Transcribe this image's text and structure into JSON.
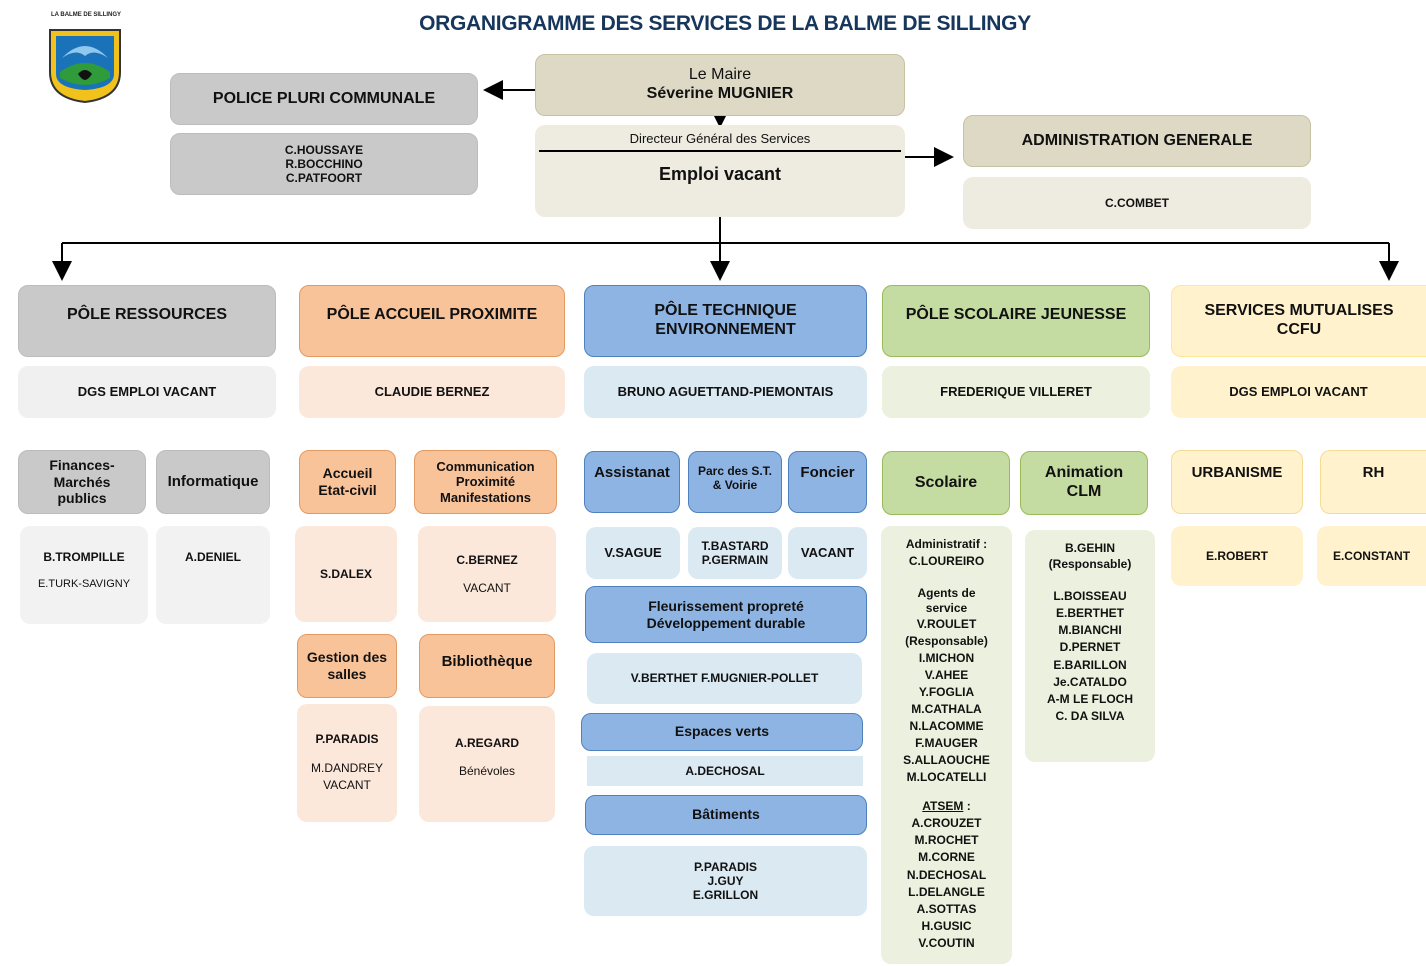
{
  "logo": {
    "caption": "LA BALME DE SILLINGY"
  },
  "title": "ORGANIGRAMME DES SERVICES DE LA BALME DE SILLINGY",
  "maire": {
    "role": "Le Maire",
    "name": "Séverine MUGNIER"
  },
  "dgs": {
    "role": "Directeur Général des Services",
    "name": "Emploi vacant"
  },
  "police": {
    "title": "POLICE PLURI COMMUNALE",
    "names": "C.HOUSSAYE\nR.BOCCHINO\nC.PATFOORT"
  },
  "admin": {
    "title": "ADMINISTRATION GENERALE",
    "names": "C.COMBET"
  },
  "poles": {
    "ressources": {
      "title": "PÔLE RESSOURCES",
      "head": "DGS EMPLOI VACANT",
      "units": [
        {
          "label": "Finances-\nMarchés\npublics",
          "names": [
            "B.TROMPILLE",
            "E.TURK-SAVIGNY"
          ]
        },
        {
          "label": "Informatique",
          "names": [
            "A.DENIEL"
          ]
        }
      ]
    },
    "accueil": {
      "title": "PÔLE ACCUEIL PROXIMITE",
      "head": "CLAUDIE BERNEZ",
      "units": [
        {
          "label": "Accueil\nEtat-civil",
          "names": [
            "S.DALEX"
          ]
        },
        {
          "label": "Communication\nProximité\nManifestations",
          "names": [
            "C.BERNEZ",
            "VACANT"
          ]
        },
        {
          "label": "Gestion des\nsalles",
          "names": [
            "P.PARADIS",
            "M.DANDREY\nVACANT"
          ]
        },
        {
          "label": "Bibliothèque",
          "names": [
            "A.REGARD",
            "Bénévoles"
          ]
        }
      ]
    },
    "technique": {
      "title": "PÔLE TECHNIQUE\nENVIRONNEMENT",
      "head": "BRUNO AGUETTAND-PIEMONTAIS",
      "units": [
        {
          "label": "Assistanat",
          "names": "V.SAGUE"
        },
        {
          "label": "Parc des S.T.\n& Voirie",
          "names": "T.BASTARD\nP.GERMAIN"
        },
        {
          "label": "Foncier",
          "names": "VACANT"
        },
        {
          "label": "Fleurissement propreté\nDéveloppement durable",
          "names": "V.BERTHET F.MUGNIER-POLLET"
        },
        {
          "label": "Espaces verts",
          "names": "A.DECHOSAL"
        },
        {
          "label": "Bâtiments",
          "names": "P.PARADIS\nJ.GUY\nE.GRILLON"
        }
      ]
    },
    "scolaire": {
      "title": "PÔLE SCOLAIRE JEUNESSE",
      "head": "FREDERIQUE VILLERET",
      "scolaire_label": "Scolaire",
      "admin_label": "Administratif :",
      "admin_name": "C.LOUREIRO",
      "agents_label": "Agents de\nservice",
      "agents": "V.ROULET\n(Responsable)\nI.MICHON\nV.AHEE\nY.FOGLIA\nM.CATHALA\nN.LACOMME\nF.MAUGER\nS.ALLAOUCHE\nM.LOCATELLI",
      "atsem_label": "ATSEM",
      "atsem_colon": " :",
      "atsem": "A.CROUZET\nM.ROCHET\nM.CORNE\nN.DECHOSAL\nL.DELANGLE\nA.SOTTAS\nH.GUSIC\nV.COUTIN",
      "animation_label": "Animation\nCLM",
      "animation_head": "B.GEHIN\n(Responsable)",
      "animation_names": "L.BOISSEAU\nE.BERTHET\nM.BIANCHI\nD.PERNET\nE.BARILLON\nJe.CATALDO\nA-M LE FLOCH\nC. DA SILVA"
    },
    "mutualises": {
      "title": "SERVICES MUTUALISES\nCCFU",
      "head": "DGS EMPLOI VACANT",
      "units": [
        {
          "label": "URBANISME",
          "names": "E.ROBERT"
        },
        {
          "label": "RH",
          "names": "E.CONSTANT"
        }
      ]
    }
  },
  "colors": {
    "title": "#16365c",
    "grey": "#c9c9c9",
    "orange": "#f9c39a",
    "blue": "#8eb4e3",
    "green": "#c4dba1",
    "yellow": "#fff2cc",
    "khaki": "#ddd9c4"
  }
}
